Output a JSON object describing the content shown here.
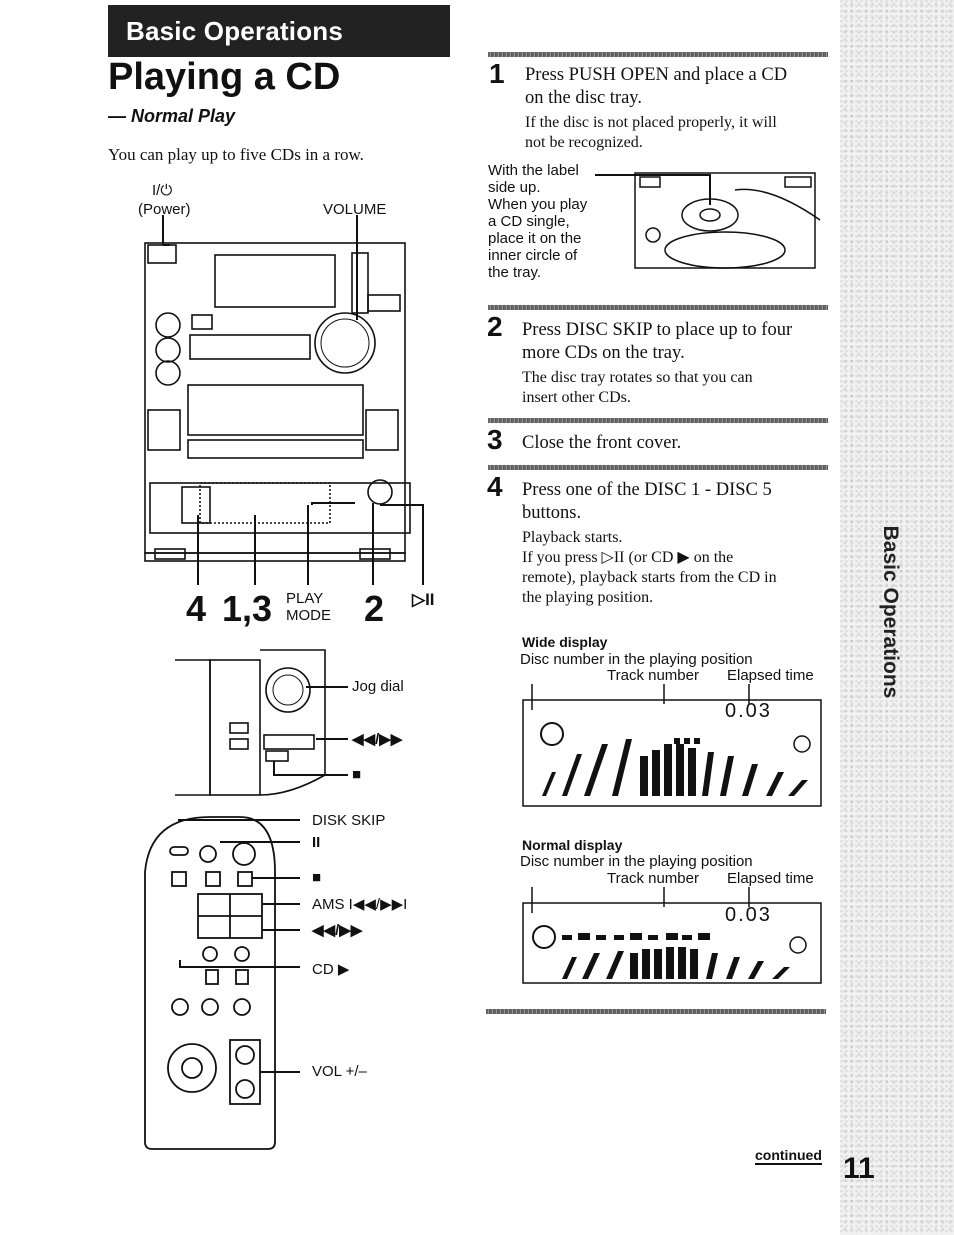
{
  "header": {
    "section": "Basic Operations",
    "title": "Playing a CD",
    "subtitle": "— Normal Play",
    "intro": "You can play up to five CDs in a row."
  },
  "diagram_main": {
    "power_symbol": "I/⏻",
    "power_label": "(Power)",
    "volume_label": "VOLUME",
    "callout_4": "4",
    "callout_13": "1,3",
    "play_mode": [
      "PLAY",
      "MODE"
    ],
    "callout_2": "2",
    "play_pause_symbol": "▷II"
  },
  "diagram_jog": {
    "jog_label": "Jog dial",
    "skip_symbol": "◀◀/▶▶",
    "stop_symbol": "■"
  },
  "diagram_remote": {
    "disk_skip": "DISK SKIP",
    "pause_symbol": "II",
    "stop_symbol": "■",
    "ams": "AMS I◀◀/▶▶I",
    "skip": "◀◀/▶▶",
    "cd_play": "CD ▶",
    "vol": "VOL +/–"
  },
  "steps": [
    {
      "num": "1",
      "main": [
        "Press PUSH OPEN and place a CD",
        "on the disc tray."
      ],
      "sub": [
        "If the disc is not placed properly, it will",
        "not be recognized."
      ]
    },
    {
      "num": "2",
      "main": [
        "Press DISC SKIP to place up to four",
        "more CDs on the tray."
      ],
      "sub": [
        "The disc tray rotates so that you can",
        "insert other CDs."
      ]
    },
    {
      "num": "3",
      "main": [
        "Close the front cover."
      ],
      "sub": []
    },
    {
      "num": "4",
      "main": [
        "Press one of the DISC 1 - DISC 5",
        "buttons."
      ],
      "sub": [
        "Playback starts.",
        "If you press ▷II (or CD ▶ on the",
        "remote), playback starts from the CD in",
        "the playing position."
      ]
    }
  ],
  "tray_note": [
    "With the label",
    "side up.",
    "When you play",
    "a CD single,",
    "place it on the",
    "inner circle of",
    "the tray."
  ],
  "displays": {
    "wide_title": "Wide display",
    "normal_title": "Normal display",
    "disc_pos": "Disc number in the playing position",
    "track": "Track number",
    "elapsed": "Elapsed time",
    "segment_time": "0.03"
  },
  "footer": {
    "continued": "continued",
    "page": "11",
    "side_tab": "Basic Operations"
  }
}
